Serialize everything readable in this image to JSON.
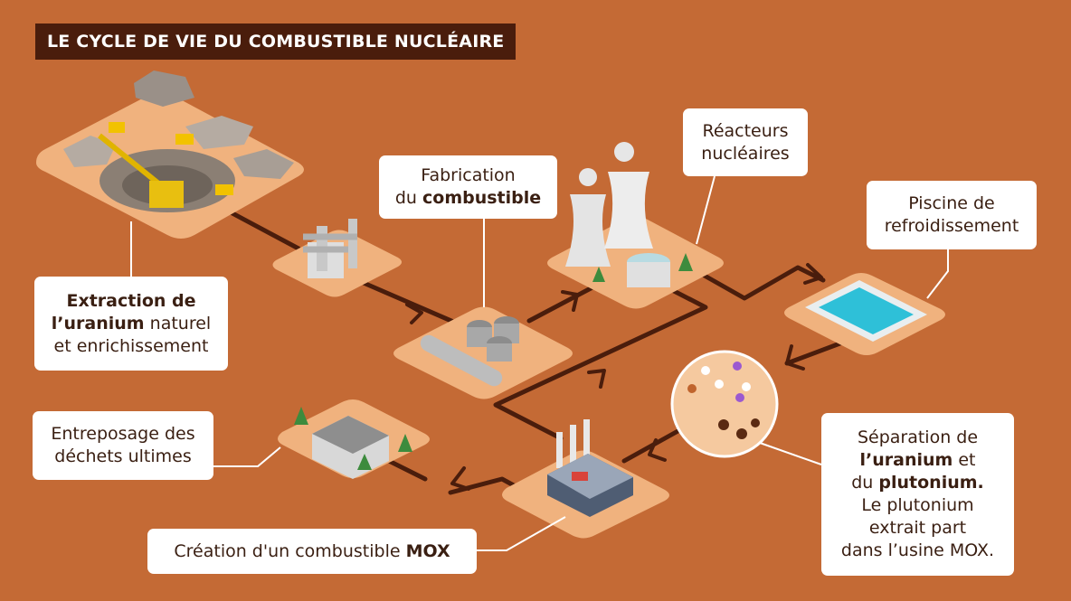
{
  "title": "LE CYCLE DE VIE DU COMBUSTIBLE NUCLÉAIRE",
  "colors": {
    "background": "#c46a35",
    "title_bg": "#4a1d0c",
    "tile": "#f0b27e",
    "flow": "#4a1d0c",
    "label_bg": "#ffffff",
    "water": "#2ec0d8"
  },
  "labels": {
    "extraction": {
      "bold": "Extraction de",
      "bold2": "l’uranium",
      "rest2": " naturel",
      "line3": "et enrichissement"
    },
    "fabrication": {
      "line1": "Fabrication",
      "pre2": "du ",
      "bold2": "combustible"
    },
    "reacteurs": {
      "line1": "Réacteurs",
      "line2": "nucléaires"
    },
    "piscine": {
      "line1": "Piscine de",
      "line2": "refroidissement"
    },
    "separation": {
      "line1": "Séparation de",
      "bold2": "l’uranium",
      "rest2": " et",
      "pre3": "du ",
      "bold3": "plutonium.",
      "line4": "Le plutonium",
      "line5": "extrait part",
      "line6": "dans l’usine MOX."
    },
    "mox": {
      "pre": "Création d'un combustible ",
      "bold": "MOX"
    },
    "entreposage": {
      "line1": "Entreposage des",
      "line2": "déchets ultimes"
    }
  }
}
